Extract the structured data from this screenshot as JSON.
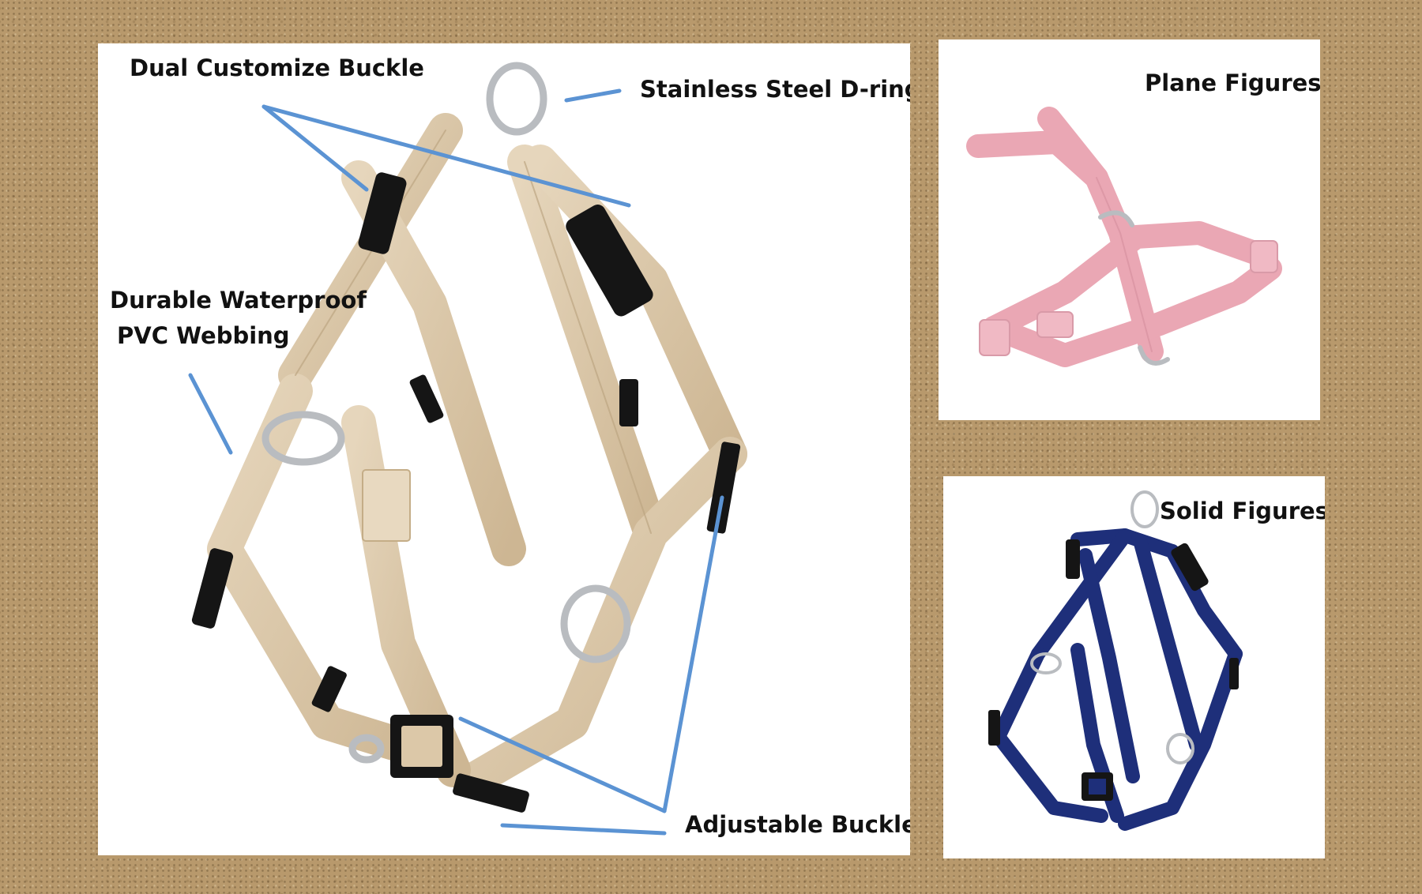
{
  "main_panel": {
    "callouts": {
      "dual_buckle": "Dual Customize Buckle",
      "d_ring": "Stainless Steel D-ring",
      "webbing_line1": "Durable Waterproof",
      "webbing_line2": "PVC Webbing",
      "adjustable_buckle": "Adjustable Buckle"
    },
    "harness_color": "#dcc8a8"
  },
  "top_right_panel": {
    "title": "Plane Figures",
    "harness_color": "#eaa7b4"
  },
  "bottom_right_panel": {
    "title": "Solid Figures",
    "harness_color": "#1e2f7a"
  },
  "colors": {
    "leader_line": "#5b93d3",
    "buckle": "#151515",
    "ring": "#b9bcc0"
  }
}
